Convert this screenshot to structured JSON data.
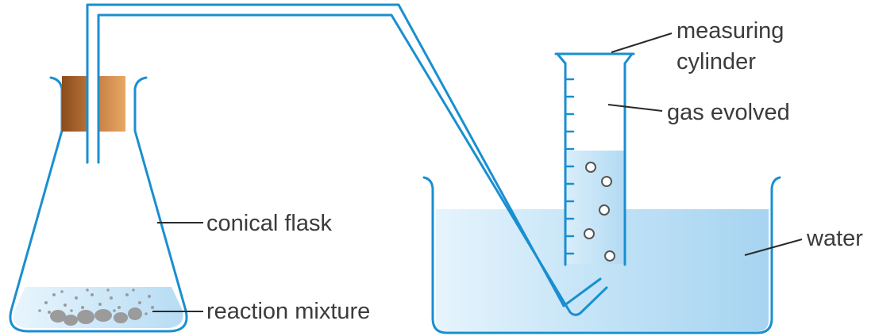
{
  "labels": {
    "measuring_cylinder_line1": "measuring",
    "measuring_cylinder_line2": "cylinder",
    "gas_evolved": "gas evolved",
    "water": "water",
    "conical_flask": "conical flask",
    "reaction_mixture": "reaction mixture"
  },
  "colors": {
    "glass_outline": "#1a8fd0",
    "water_light": "#d6ecf9",
    "water_dark": "#a9d6f2",
    "cork_dark": "#9a5a26",
    "cork_light": "#e0a060",
    "solid_particles": "#9a9a9a",
    "bubble_outline": "#555555",
    "leader_line": "#2a2a2a",
    "label_text": "#3b3b3b"
  },
  "icons": {
    "cork": "cork-stopper",
    "bubbles": "gas-bubble"
  }
}
